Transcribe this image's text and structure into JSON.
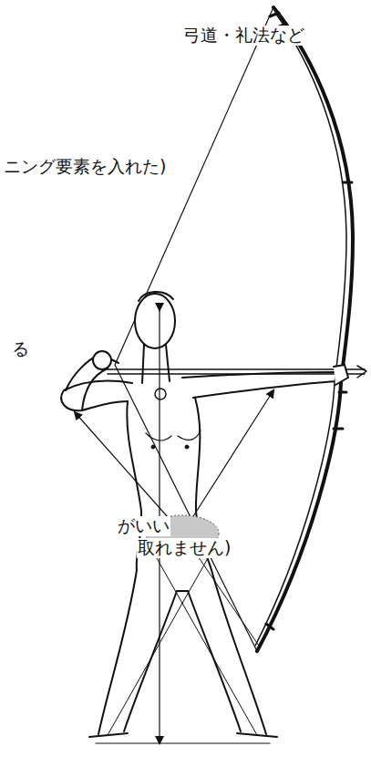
{
  "diagram": {
    "labels": [
      "弓道・礼法など",
      "ニング要素を入れた)",
      "る",
      "がいい",
      "取れません)"
    ]
  }
}
